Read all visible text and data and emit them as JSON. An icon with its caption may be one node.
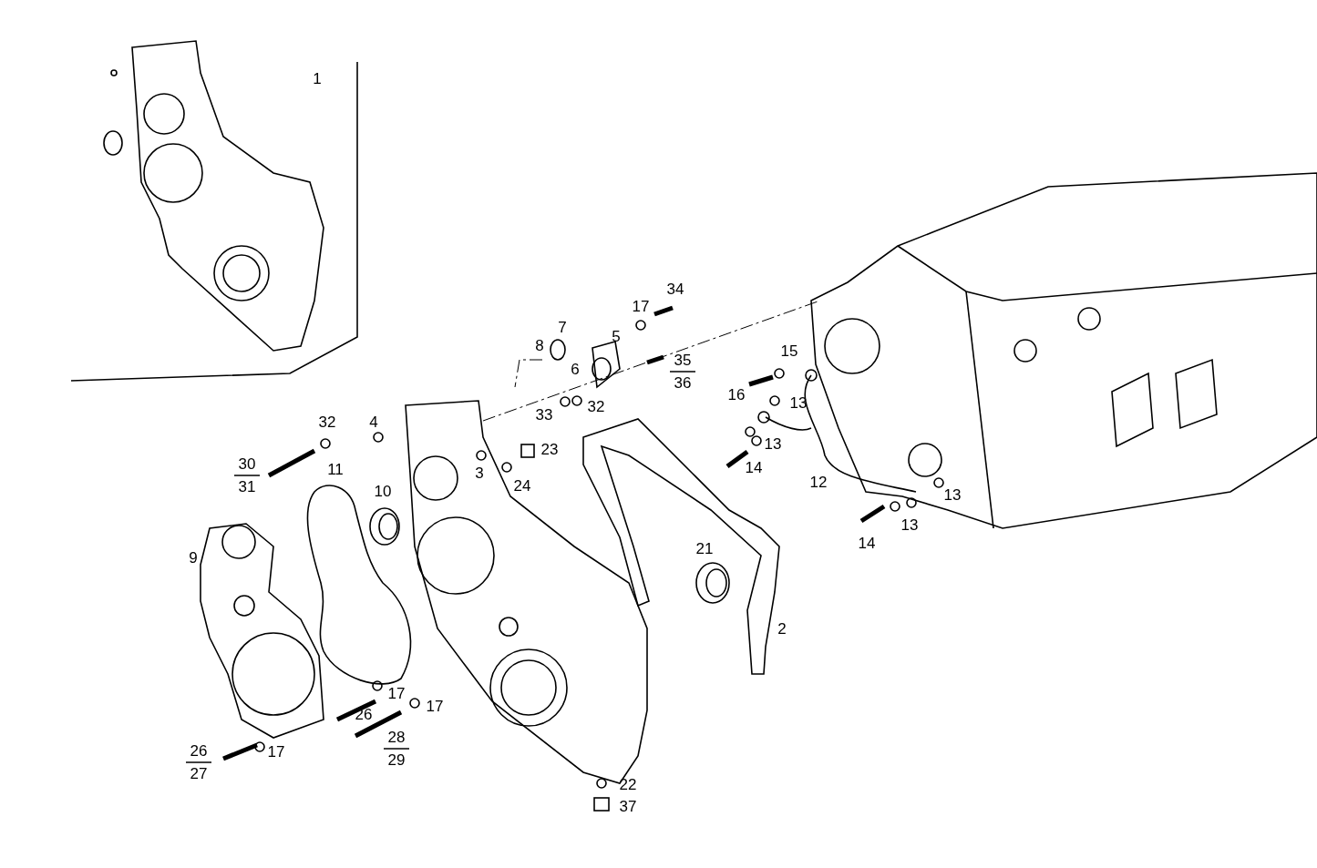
{
  "diagram": {
    "labels": [
      "1",
      "34",
      "17",
      "7",
      "8",
      "5",
      "6",
      "35",
      "36",
      "15",
      "16",
      "13",
      "33",
      "32",
      "32",
      "4",
      "23",
      "3",
      "13",
      "30",
      "31",
      "11",
      "24",
      "14",
      "12",
      "10",
      "13",
      "13",
      "9",
      "21",
      "14",
      "2",
      "17",
      "26",
      "17",
      "28",
      "29",
      "26",
      "27",
      "17",
      "22",
      "37"
    ]
  }
}
